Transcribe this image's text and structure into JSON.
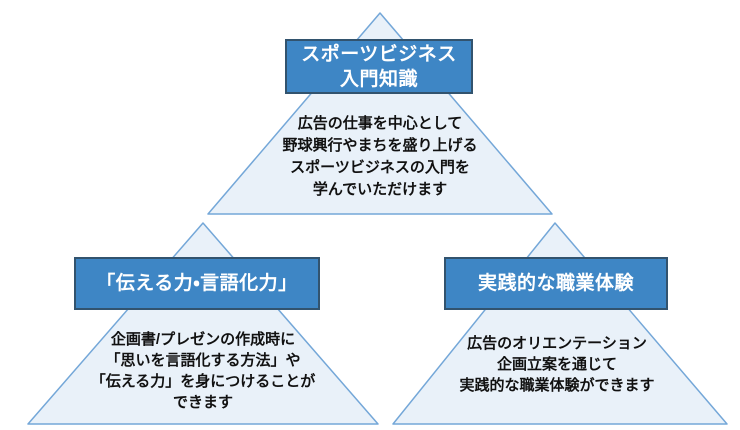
{
  "colors": {
    "background": "#ffffff",
    "header_bg": "#3e86c5",
    "header_border": "#32536e",
    "header_text": "#ffffff",
    "triangle_fill": "#e9f1f9",
    "triangle_stroke": "#74a7d8",
    "body_text": "#111111"
  },
  "pyramids": [
    {
      "header_lines": [
        "スポーツビジネス",
        "入門知識"
      ],
      "body_lines": [
        "広告の仕事を中心として",
        "野球興行やまちを盛り上げる",
        "スポーツビジネスの入門を",
        "学んでいただけます"
      ]
    },
    {
      "header_lines": [
        "「伝える力・言語化力」"
      ],
      "body_lines": [
        "企画書/プレゼンの作成時に",
        "「思いを言語化する方法」や",
        "「伝える力」を身につけることが",
        "できます"
      ]
    },
    {
      "header_lines": [
        "実践的な職業体験"
      ],
      "body_lines": [
        "広告のオリエンテーション",
        "企画立案を通じて",
        "実践的な職業体験ができます"
      ]
    }
  ]
}
